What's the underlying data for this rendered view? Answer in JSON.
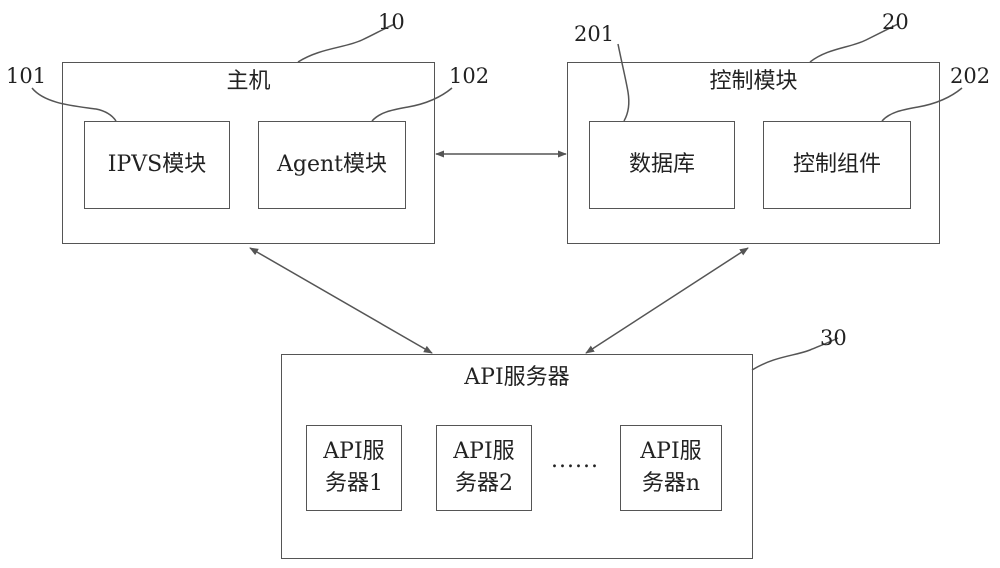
{
  "host": {
    "ref": "10",
    "title": "主机",
    "modules": [
      {
        "ref": "101",
        "label": "IPVS模块"
      },
      {
        "ref": "102",
        "label": "Agent模块"
      }
    ]
  },
  "control": {
    "ref": "20",
    "title": "控制模块",
    "modules": [
      {
        "ref": "201",
        "label": "数据库"
      },
      {
        "ref": "202",
        "label": "控制组件"
      }
    ]
  },
  "api": {
    "ref": "30",
    "title": "API服务器",
    "servers": [
      {
        "line1": "API服",
        "line2": "务器1"
      },
      {
        "line1": "API服",
        "line2": "务器2"
      },
      {
        "line1": "API服",
        "line2": "务器n"
      }
    ],
    "ellipsis": "......"
  },
  "colors": {
    "line": "#555555",
    "text": "#222222"
  }
}
